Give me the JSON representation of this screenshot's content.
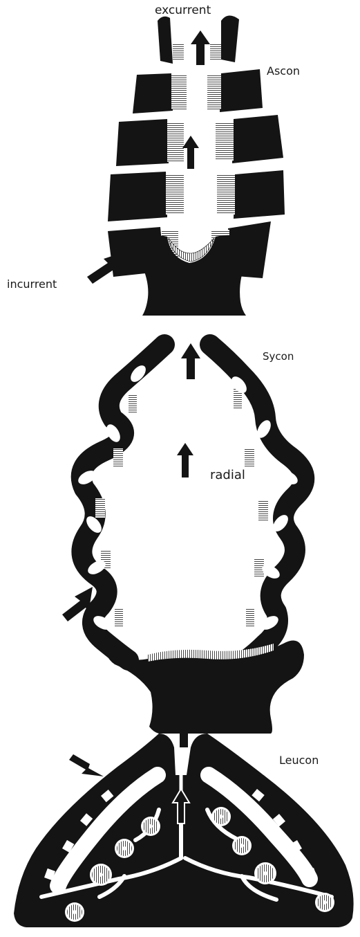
{
  "labels": {
    "excurrent": "excurrent",
    "ascon": "Ascon",
    "incurrent": "incurrent",
    "sycon": "Sycon",
    "radial": "radial",
    "leucon": "Leucon"
  },
  "colors": {
    "ink": "#141414",
    "paper": "#ffffff"
  }
}
